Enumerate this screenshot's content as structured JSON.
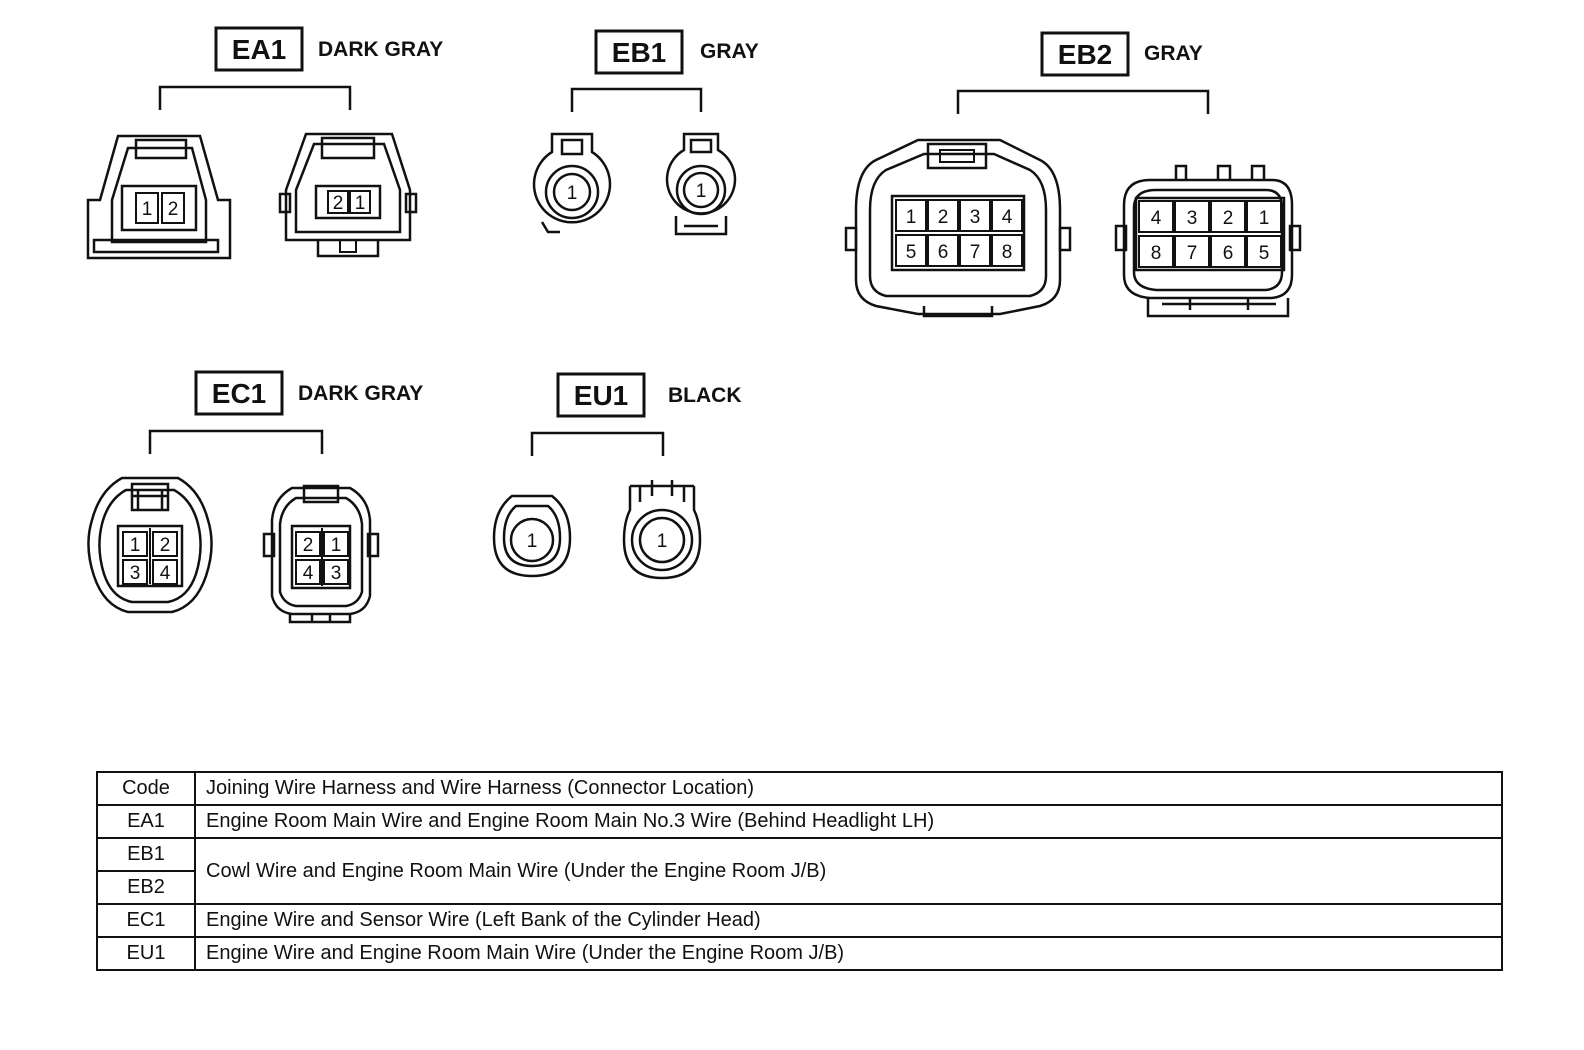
{
  "connectors": {
    "EA1": {
      "code": "EA1",
      "color": "DARK GRAY",
      "left_pins": [
        "1",
        "2"
      ],
      "right_pins": [
        "2",
        "1"
      ]
    },
    "EB1": {
      "code": "EB1",
      "color": "GRAY",
      "left_pins": [
        "1"
      ],
      "right_pins": [
        "1"
      ]
    },
    "EB2": {
      "code": "EB2",
      "color": "GRAY",
      "left_pins": [
        "1",
        "2",
        "3",
        "4",
        "5",
        "6",
        "7",
        "8"
      ],
      "right_pins": [
        "4",
        "3",
        "2",
        "1",
        "8",
        "7",
        "6",
        "5"
      ]
    },
    "EC1": {
      "code": "EC1",
      "color": "DARK GRAY",
      "left_pins": [
        "1",
        "2",
        "3",
        "4"
      ],
      "right_pins": [
        "2",
        "1",
        "4",
        "3"
      ]
    },
    "EU1": {
      "code": "EU1",
      "color": "BLACK",
      "left_pins": [
        "1"
      ],
      "right_pins": [
        "1"
      ]
    }
  },
  "table": {
    "header": {
      "code": "Code",
      "description": "Joining Wire Harness and Wire Harness (Connector Location)"
    },
    "rows": [
      {
        "code": "EA1",
        "description": "Engine Room Main Wire and Engine Room Main No.3 Wire (Behind Headlight LH)"
      },
      {
        "code": "EB1",
        "code2": "EB2",
        "description": "Cowl Wire and Engine Room Main Wire (Under the Engine Room J/B)"
      },
      {
        "code": "EC1",
        "description": "Engine Wire and Sensor Wire (Left Bank of the Cylinder Head)"
      },
      {
        "code": "EU1",
        "description": "Engine Wire and Engine Room Main Wire (Under the Engine Room J/B)"
      }
    ]
  }
}
